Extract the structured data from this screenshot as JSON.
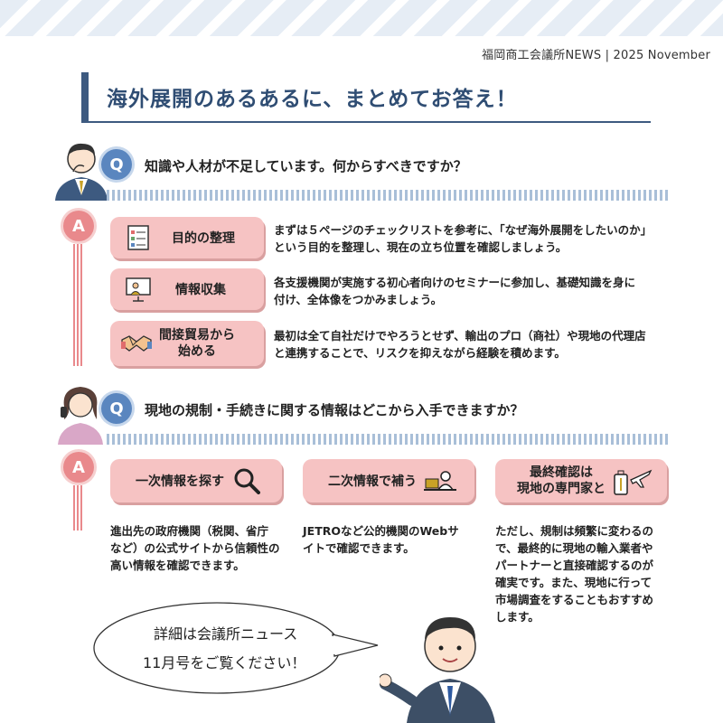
{
  "header": {
    "publication": "福岡商工会議所NEWS | 2025  November"
  },
  "title": "海外展開のあるあるに、まとめてお答え！",
  "q1": {
    "badge": "Q",
    "question": "知識や人材が不足しています。何からすべきですか？",
    "answer_badge": "A",
    "items": [
      {
        "label": "目的の整理",
        "icon": "checklist-icon",
        "line1": "まずは５ページのチェックリストを参考に、「なぜ海外展開をしたいのか」",
        "line2": "という目的を整理し、現在の立ち位置を確認しましょう。"
      },
      {
        "label": "情報収集",
        "icon": "seminar-icon",
        "line1": "各支援機関が実施する初心者向けのセミナーに参加し、基礎知識を身に",
        "line2": "付け、全体像をつかみましょう。"
      },
      {
        "label_line1": "間接貿易から",
        "label_line2": "始める",
        "icon": "handshake-icon",
        "line1": "最初は全て自社だけでやろうとせず、輸出のプロ（商社）や現地の代理店",
        "line2": "と連携することで、リスクを抑えながら経験を積めます。"
      }
    ]
  },
  "q2": {
    "badge": "Q",
    "question": "現地の規制・手続きに関する情報はどこから入手できますか？",
    "answer_badge": "A",
    "cards": [
      {
        "label": "一次情報を探す",
        "icon": "magnifier-icon",
        "lines": [
          "進出先の政府機関（税関、省庁",
          "など）の公式サイトから信頼性の",
          "高い情報を確認できます。"
        ]
      },
      {
        "label": "二次情報で補う",
        "icon": "computer-user-icon",
        "lines": [
          "JETROなど公的機関のWebサ",
          "イトで確認できます。"
        ]
      },
      {
        "label_line1": "最終確認は",
        "label_line2": "現地の専門家と",
        "icon": "travel-icon",
        "lines": [
          "ただし、規制は頻繁に変わるの",
          "で、最終的に現地の輸入業者や",
          "パートナーと直接確認するのが",
          "確実です。また、現地に行って",
          "市場調査をすることもおすすめ",
          "します。"
        ]
      }
    ]
  },
  "bubble": {
    "line1": "詳細は会議所ニュース",
    "line2": "11月号をご覧ください！"
  },
  "colors": {
    "navy": "#2f4d73",
    "q_blue": "#5a86bf",
    "a_pink": "#e9898c",
    "pill_pink": "#f6c3c3"
  }
}
